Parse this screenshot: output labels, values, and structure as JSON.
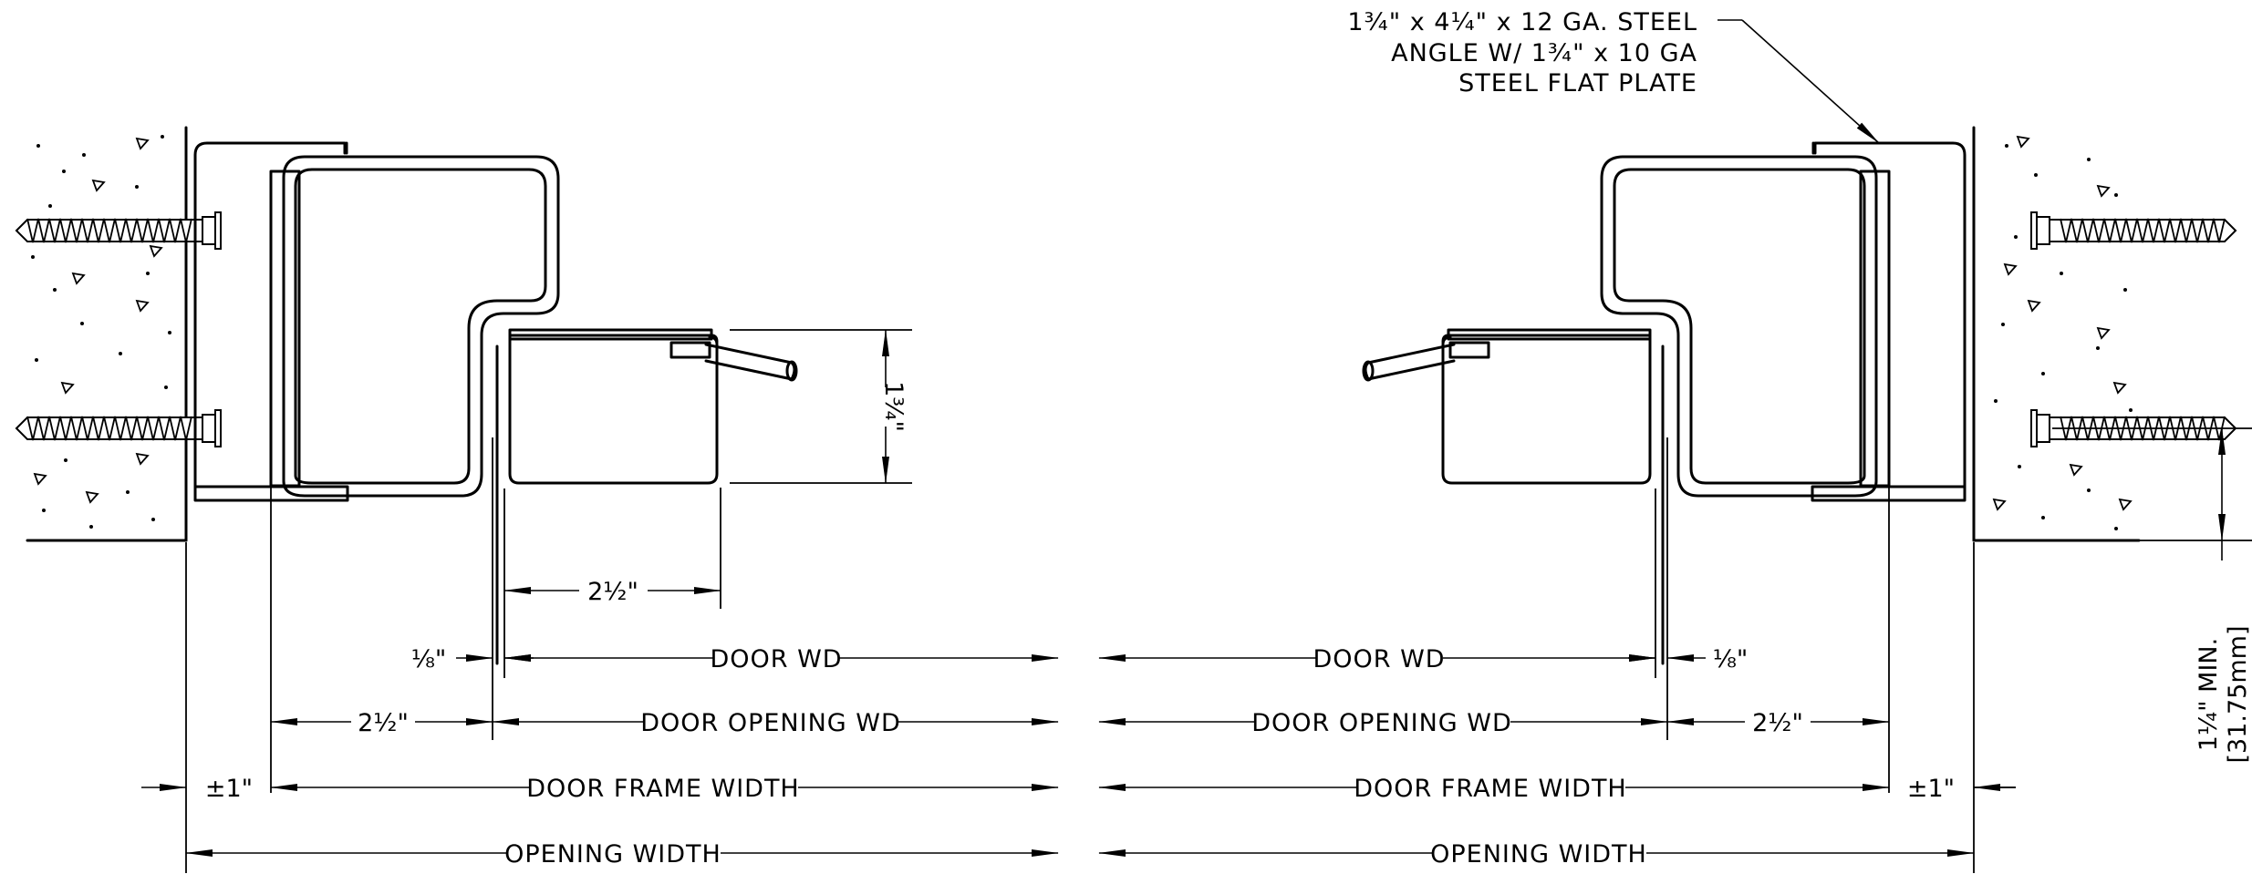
{
  "drawing": {
    "callout": {
      "line1": "1¾\" x 4¼\" x 12 GA. STEEL",
      "line2": "ANGLE W/ 1¾\" x 10 GA",
      "line3": "STEEL FLAT PLATE"
    },
    "dims": {
      "thickness": "1¾\"",
      "door_inset": "2½\"",
      "gap_left": "⅛\"",
      "gap_right": "⅛\"",
      "frame_depth_left": "2½\"",
      "frame_depth_right": "2½\"",
      "clearance_left": "±1\"",
      "clearance_right": "±1\"",
      "door_wd_left": "DOOR WD",
      "door_wd_right": "DOOR WD",
      "door_opening_wd_left": "DOOR OPENING WD",
      "door_opening_wd_right": "DOOR OPENING WD",
      "door_frame_width_left": "DOOR FRAME WIDTH",
      "door_frame_width_right": "DOOR FRAME WIDTH",
      "opening_width_left": "OPENING WIDTH",
      "opening_width_right": "OPENING WIDTH",
      "min_edge": "1¼\" MIN.",
      "min_edge_metric": "[31.75mm]"
    }
  }
}
